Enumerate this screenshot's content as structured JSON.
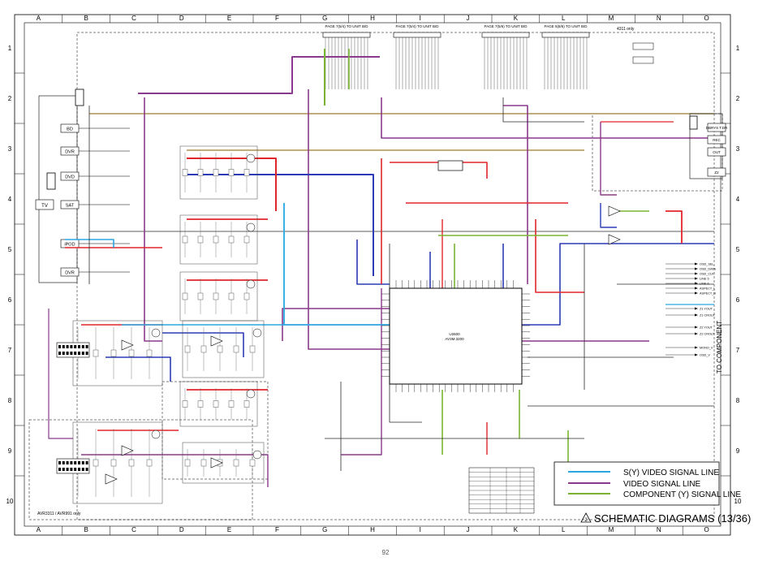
{
  "grid": {
    "columns": [
      "A",
      "B",
      "C",
      "D",
      "E",
      "F",
      "G",
      "H",
      "I",
      "J",
      "K",
      "L",
      "M",
      "N",
      "O"
    ],
    "rows": [
      "1",
      "2",
      "3",
      "4",
      "5",
      "6",
      "7",
      "8",
      "9",
      "10"
    ]
  },
  "headers": {
    "page_tags": [
      "PAGE 7(5/4) TO UNIT B/D",
      "PAGE 7(5/4) TO UNIT B/D",
      "PAGE 7(5/6) TO UNIT B/D",
      "PAGE 5(8/6) TO UNIT B/D"
    ],
    "note_top_right": "4311 only",
    "model_note": "AVR3311 / AVR991 only"
  },
  "ic_main": {
    "ref": "U2600",
    "part": "AV3M.3200"
  },
  "inputs_left": [
    "BD",
    "DVR",
    "DVD",
    "SAT",
    "iPOD",
    "DVR"
  ],
  "panel_left": "TV",
  "panel_right": [
    "DBRYS T.DR",
    "REC",
    "OUT",
    "Z2"
  ],
  "outputs_right": [
    "OSD_SEL",
    "OSD_DATA",
    "OSD_CLK",
    "LINE 5",
    "LINE 6",
    "ASPECT_L",
    "ASPECT_R",
    "Z1 YOUT",
    "Z1 CROUT",
    "Z2 YOUT",
    "Z2 CROUT",
    "MONO_V",
    "OSD_V"
  ],
  "to_component": "TO COMPONENT",
  "legend": [
    {
      "label": "S(Y) VIDEO SIGNAL LINE",
      "color": "#2aa7e0"
    },
    {
      "label": "VIDEO SIGNAL LINE",
      "color": "#8a3a8c"
    },
    {
      "label": "COMPONENT (Y) SIGNAL LINE",
      "color": "#7ab532"
    }
  ],
  "title": "SCHEMATIC DIAGRAMS (13/36)",
  "warning_mark": "2",
  "page_number": "92",
  "colors": {
    "red": "#e0262b",
    "blue": "#2c3bb5",
    "dark": "#2a2a2a",
    "purple": "#8a3a8c",
    "cyan": "#2aa7e0",
    "green": "#7ab532",
    "olive": "#9a7b2d"
  }
}
